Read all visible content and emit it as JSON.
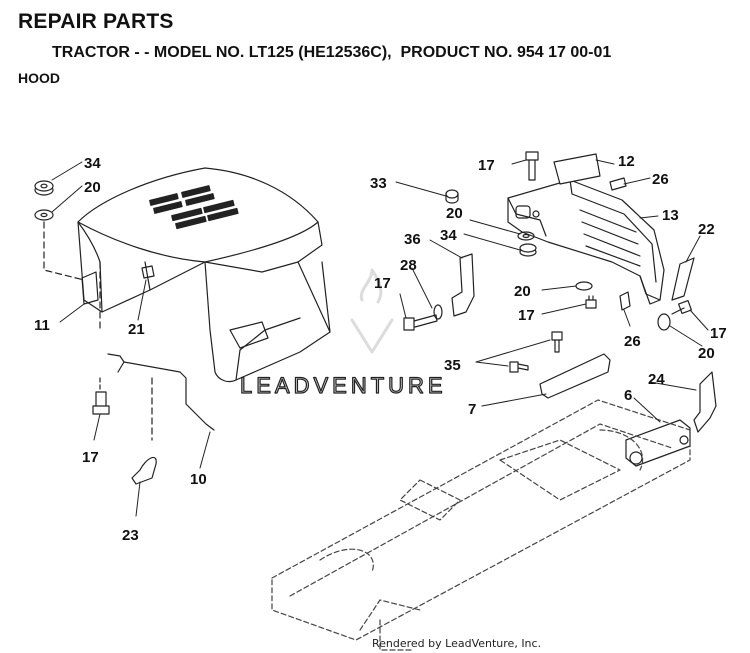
{
  "header": {
    "title": "REPAIR PARTS",
    "subtitle": "TRACTOR - - MODEL NO. LT125 (HE12536C),  PRODUCT NO. 954 17 00-01",
    "section": "HOOD"
  },
  "watermark": {
    "text": "LEADVENTURE"
  },
  "footer": {
    "text": "Rendered by LeadVenture, Inc."
  },
  "callouts": {
    "c34a": "34",
    "c20a": "20",
    "c11": "11",
    "c21": "21",
    "c17a": "17",
    "c10": "10",
    "c23": "23",
    "c33": "33",
    "c17b": "17",
    "c12": "12",
    "c26a": "26",
    "c13": "13",
    "c20b": "20",
    "c34b": "34",
    "c36": "36",
    "c22": "22",
    "c28": "28",
    "c17c": "17",
    "c20c": "20",
    "c17d": "17",
    "c26b": "26",
    "c17e": "17",
    "c20d": "20",
    "c35": "35",
    "c7": "7",
    "c24": "24",
    "c6": "6"
  },
  "colors": {
    "line": "#222222",
    "watermark": "#d0d0d0"
  }
}
